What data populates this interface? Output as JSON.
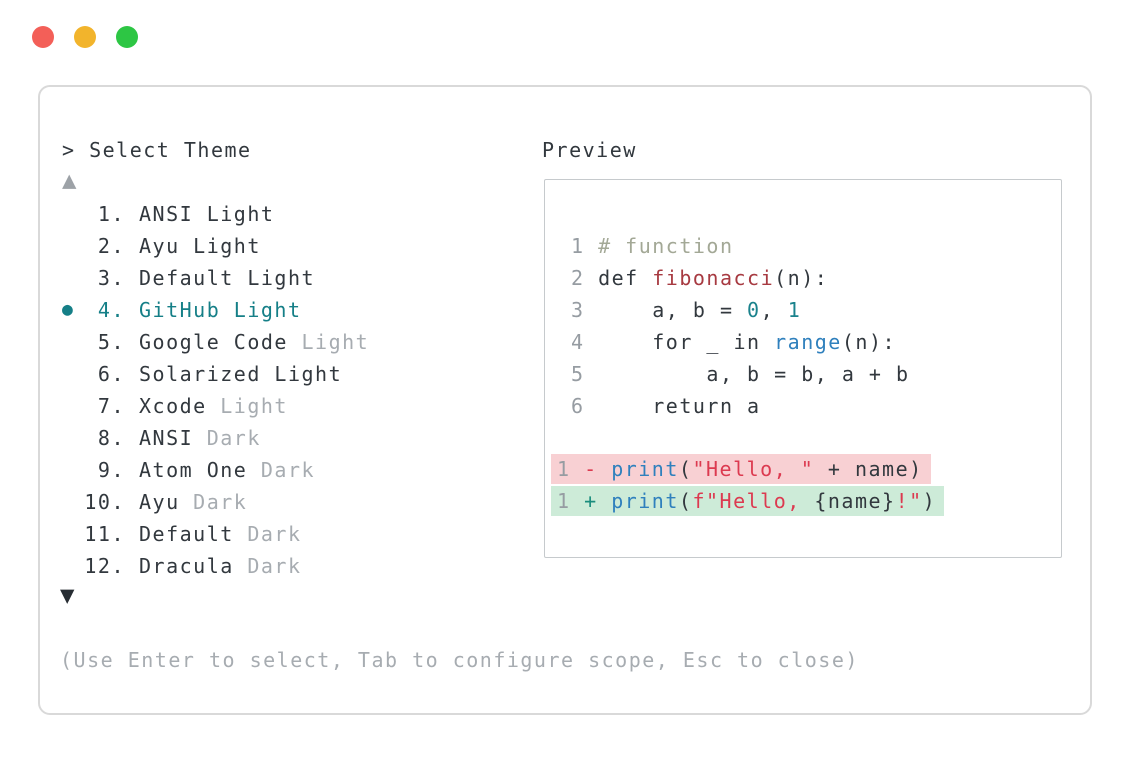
{
  "window": {
    "controls": [
      "close",
      "minimize",
      "zoom"
    ]
  },
  "colors": {
    "text_dark": "#32383e",
    "text_muted": "#a7acb1",
    "accent_teal": "#157f87",
    "comment": "#a3a896",
    "function_red": "#a73a41",
    "number_teal": "#1a828c",
    "builtin_blue": "#2f80bd",
    "string_red": "#dc3a50",
    "diff_del_fg": "#dc3a50",
    "diff_ins_fg": "#1a8c7d",
    "diff_del_bg": "#f8d0d3",
    "diff_ins_bg": "#cdebd8",
    "line_number": "#969ca2",
    "border": "#d9d9d9",
    "preview_border": "#c6cacd",
    "traffic_red": "#f35f58",
    "traffic_yellow": "#f2b42c",
    "traffic_green": "#2dc644"
  },
  "dialog": {
    "title": "> Select Theme",
    "scroll_up_symbol": "▲",
    "scroll_down_symbol": "▼",
    "help_text": "(Use Enter to select, Tab to configure scope, Esc to close)"
  },
  "theme_list": {
    "selected_marker": "●",
    "items": [
      {
        "number": "1.",
        "selected": false,
        "segments": [
          {
            "text": "ANSI Light",
            "muted": false
          }
        ]
      },
      {
        "number": "2.",
        "selected": false,
        "segments": [
          {
            "text": "Ayu Light",
            "muted": false
          }
        ]
      },
      {
        "number": "3.",
        "selected": false,
        "segments": [
          {
            "text": "Default Light",
            "muted": false
          }
        ]
      },
      {
        "number": "4.",
        "selected": true,
        "segments": [
          {
            "text": "GitHub Light",
            "muted": false
          }
        ]
      },
      {
        "number": "5.",
        "selected": false,
        "segments": [
          {
            "text": "Google Code",
            "muted": false
          },
          {
            "text": " Light",
            "muted": true
          }
        ]
      },
      {
        "number": "6.",
        "selected": false,
        "segments": [
          {
            "text": "Solarized Light",
            "muted": false
          }
        ]
      },
      {
        "number": "7.",
        "selected": false,
        "segments": [
          {
            "text": "Xcode",
            "muted": false
          },
          {
            "text": " Light",
            "muted": true
          }
        ]
      },
      {
        "number": "8.",
        "selected": false,
        "segments": [
          {
            "text": "ANSI",
            "muted": false
          },
          {
            "text": " Dark",
            "muted": true
          }
        ]
      },
      {
        "number": "9.",
        "selected": false,
        "segments": [
          {
            "text": "Atom One",
            "muted": false
          },
          {
            "text": " Dark",
            "muted": true
          }
        ]
      },
      {
        "number": "10.",
        "selected": false,
        "segments": [
          {
            "text": "Ayu",
            "muted": false
          },
          {
            "text": " Dark",
            "muted": true
          }
        ]
      },
      {
        "number": "11.",
        "selected": false,
        "segments": [
          {
            "text": "Default",
            "muted": false
          },
          {
            "text": " Dark",
            "muted": true
          }
        ]
      },
      {
        "number": "12.",
        "selected": false,
        "segments": [
          {
            "text": "Dracula",
            "muted": false
          },
          {
            "text": " Dark",
            "muted": true
          }
        ]
      }
    ]
  },
  "preview": {
    "label": "Preview",
    "code_lines": [
      {
        "number": "1",
        "tokens": [
          {
            "text": "# function",
            "type": "comment"
          }
        ]
      },
      {
        "number": "2",
        "tokens": [
          {
            "text": "def ",
            "type": "code"
          },
          {
            "text": "fibonacci",
            "type": "function"
          },
          {
            "text": "(n):",
            "type": "code"
          }
        ]
      },
      {
        "number": "3",
        "tokens": [
          {
            "text": "    a, b = ",
            "type": "code"
          },
          {
            "text": "0",
            "type": "number"
          },
          {
            "text": ", ",
            "type": "code"
          },
          {
            "text": "1",
            "type": "number"
          }
        ]
      },
      {
        "number": "4",
        "tokens": [
          {
            "text": "    for _ in ",
            "type": "code"
          },
          {
            "text": "range",
            "type": "builtin"
          },
          {
            "text": "(n):",
            "type": "code"
          }
        ]
      },
      {
        "number": "5",
        "tokens": [
          {
            "text": "        a, b = b, a + b",
            "type": "code"
          }
        ]
      },
      {
        "number": "6",
        "tokens": [
          {
            "text": "    return a",
            "type": "code"
          }
        ]
      }
    ],
    "diff_lines": [
      {
        "number": "1",
        "kind": "removed",
        "tokens": [
          {
            "text": "- ",
            "type": "del"
          },
          {
            "text": "print",
            "type": "builtin"
          },
          {
            "text": "(",
            "type": "code"
          },
          {
            "text": "\"Hello, \"",
            "type": "string"
          },
          {
            "text": " + name)",
            "type": "code"
          }
        ]
      },
      {
        "number": "1",
        "kind": "added",
        "tokens": [
          {
            "text": "+ ",
            "type": "ins"
          },
          {
            "text": "print",
            "type": "builtin"
          },
          {
            "text": "(",
            "type": "code"
          },
          {
            "text": "f\"Hello, ",
            "type": "string"
          },
          {
            "text": "{name}",
            "type": "code"
          },
          {
            "text": "!\"",
            "type": "string"
          },
          {
            "text": ")",
            "type": "code"
          }
        ]
      }
    ]
  }
}
